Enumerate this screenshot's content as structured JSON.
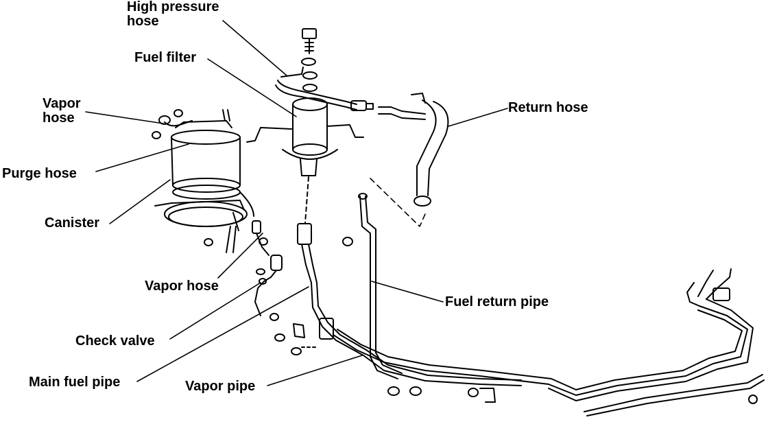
{
  "labels": {
    "high_pressure_hose": "High pressure\nhose",
    "fuel_filter": "Fuel filter",
    "vapor_hose_top": "Vapor\nhose",
    "return_hose": "Return hose",
    "purge_hose": "Purge hose",
    "canister": "Canister",
    "vapor_hose_mid": "Vapor hose",
    "fuel_return_pipe": "Fuel return pipe",
    "check_valve": "Check valve",
    "main_fuel_pipe": "Main fuel pipe",
    "vapor_pipe": "Vapor pipe"
  },
  "colors": {
    "ink": "#000000",
    "paper": "#ffffff"
  }
}
